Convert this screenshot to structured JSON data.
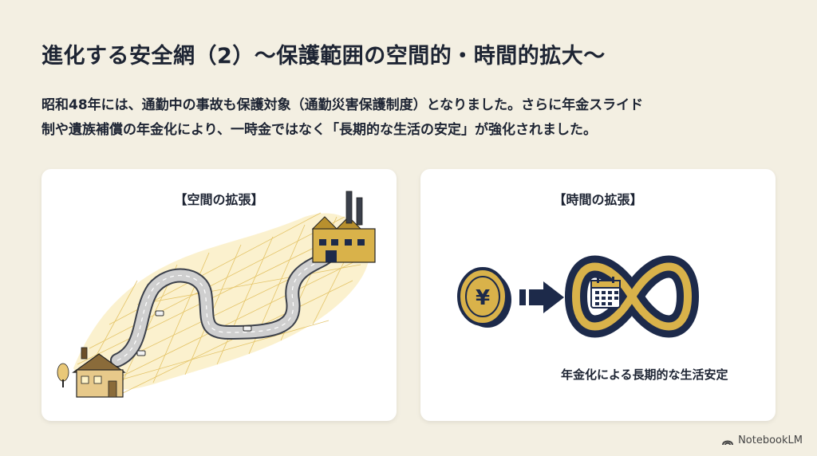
{
  "title": "進化する安全網（2）〜保護範囲の空間的・時間的拡大〜",
  "description": {
    "line1": "昭和48年には、通勤中の事故も保護対象（通勤災害保護制度）となりました。さらに年金スライド",
    "line2": "制や遺族補償の年金化により、一時金ではなく「長期的な生活の安定」が強化されました。"
  },
  "left_card": {
    "title": "【空間の拡張】"
  },
  "right_card": {
    "title": "【時間の拡張】",
    "coin_symbol": "¥",
    "caption": "年金化による長期的な生活安定"
  },
  "brand": {
    "name": "NotebookLM"
  },
  "colors": {
    "navy": "#1d2a4a",
    "gold": "#d9b24a",
    "background": "#f3efe2"
  }
}
